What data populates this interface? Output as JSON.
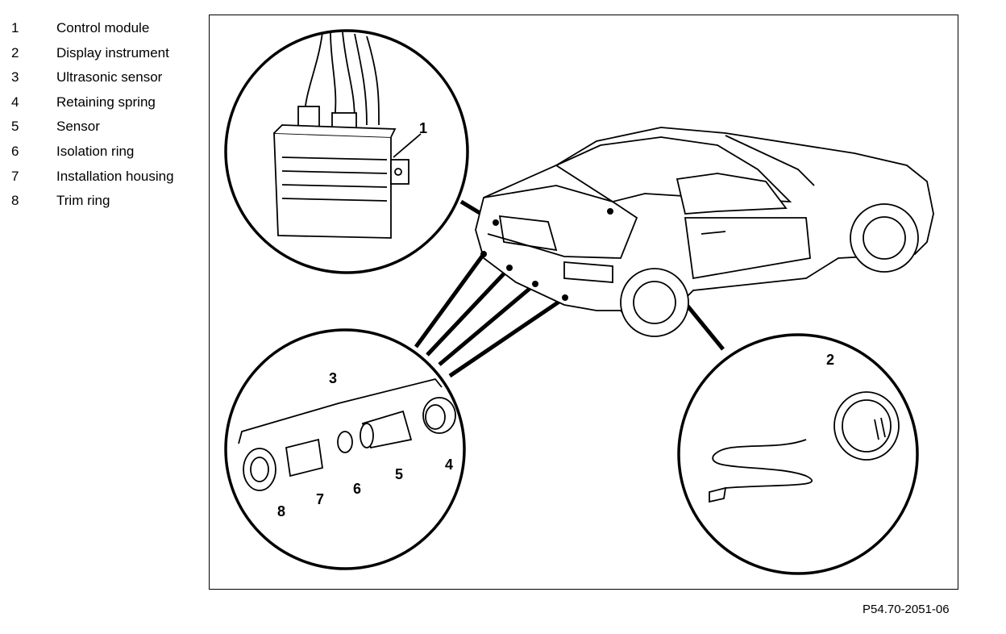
{
  "legend": {
    "items": [
      {
        "num": "1",
        "label": "Control module"
      },
      {
        "num": "2",
        "label": "Display instrument"
      },
      {
        "num": "3",
        "label": "Ultrasonic sensor"
      },
      {
        "num": "4",
        "label": "Retaining spring"
      },
      {
        "num": "5",
        "label": "Sensor"
      },
      {
        "num": "6",
        "label": "Isolation ring"
      },
      {
        "num": "7",
        "label": "Installation housing"
      },
      {
        "num": "8",
        "label": "Trim ring"
      }
    ]
  },
  "callouts": {
    "control_module": "1",
    "display_instrument": "2",
    "ultrasonic_sensor": "3",
    "retaining_spring": "4",
    "sensor": "5",
    "isolation_ring": "6",
    "installation_housing": "7",
    "trim_ring": "8"
  },
  "figure_code": "P54.70-2051-06"
}
